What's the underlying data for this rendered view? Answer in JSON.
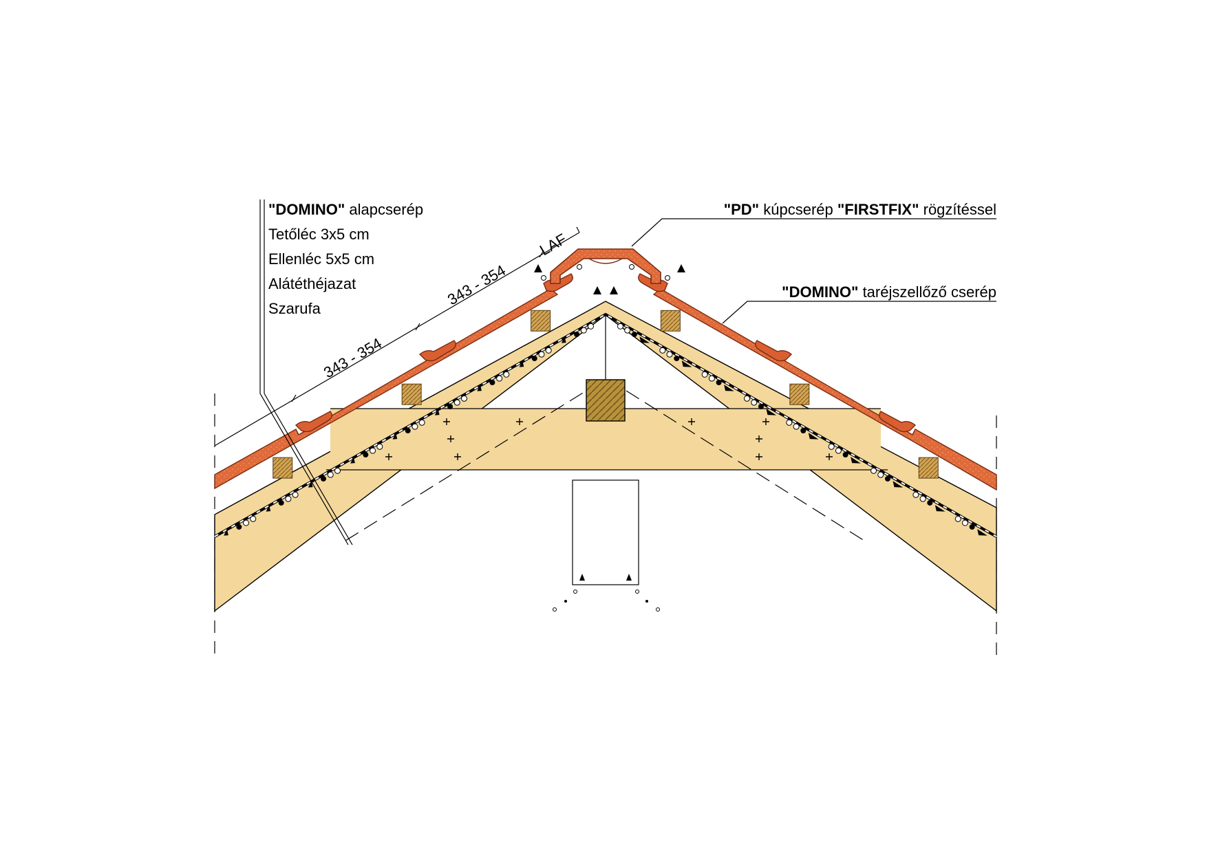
{
  "labels_left": [
    {
      "bold": "\"DOMINO\"",
      "text": " alapcserép"
    },
    {
      "bold": "",
      "text": "Tetőléc 3x5 cm"
    },
    {
      "bold": "",
      "text": "Ellenléc 5x5 cm"
    },
    {
      "bold": "",
      "text": "Alátéthéjazat"
    },
    {
      "bold": "",
      "text": "Szarufa"
    }
  ],
  "label_ridge": {
    "b1": "\"PD\"",
    "t1": " kúpcserép ",
    "b2": "\"FIRSTFIX\"",
    "t2": " rögzítéssel"
  },
  "label_vent": {
    "b1": "\"DOMINO\"",
    "t1": " taréjszellőző cserép"
  },
  "dimensions": {
    "lower": "343 - 354",
    "upper": "343 - 354",
    "laf": "LAF"
  },
  "colors": {
    "timber": "#f4d79b",
    "tile": "#e06a3a",
    "tile_dark": "#b8481f",
    "batten": "#c89a45",
    "post": "#b8923a",
    "line": "#000000"
  }
}
